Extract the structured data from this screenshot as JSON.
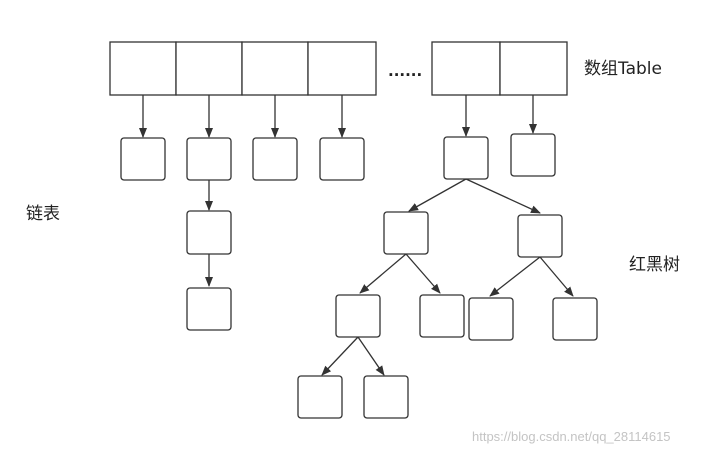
{
  "labels": {
    "array": "数组Table",
    "linked_list": "链表",
    "red_black_tree": "红黑树",
    "ellipsis": "......"
  },
  "watermark": "https://blog.csdn.net/qq_28114615",
  "colors": {
    "stroke": "#333333",
    "node_fill": "#ffffff",
    "text": "#222222",
    "watermark": "#c4c4c4"
  }
}
